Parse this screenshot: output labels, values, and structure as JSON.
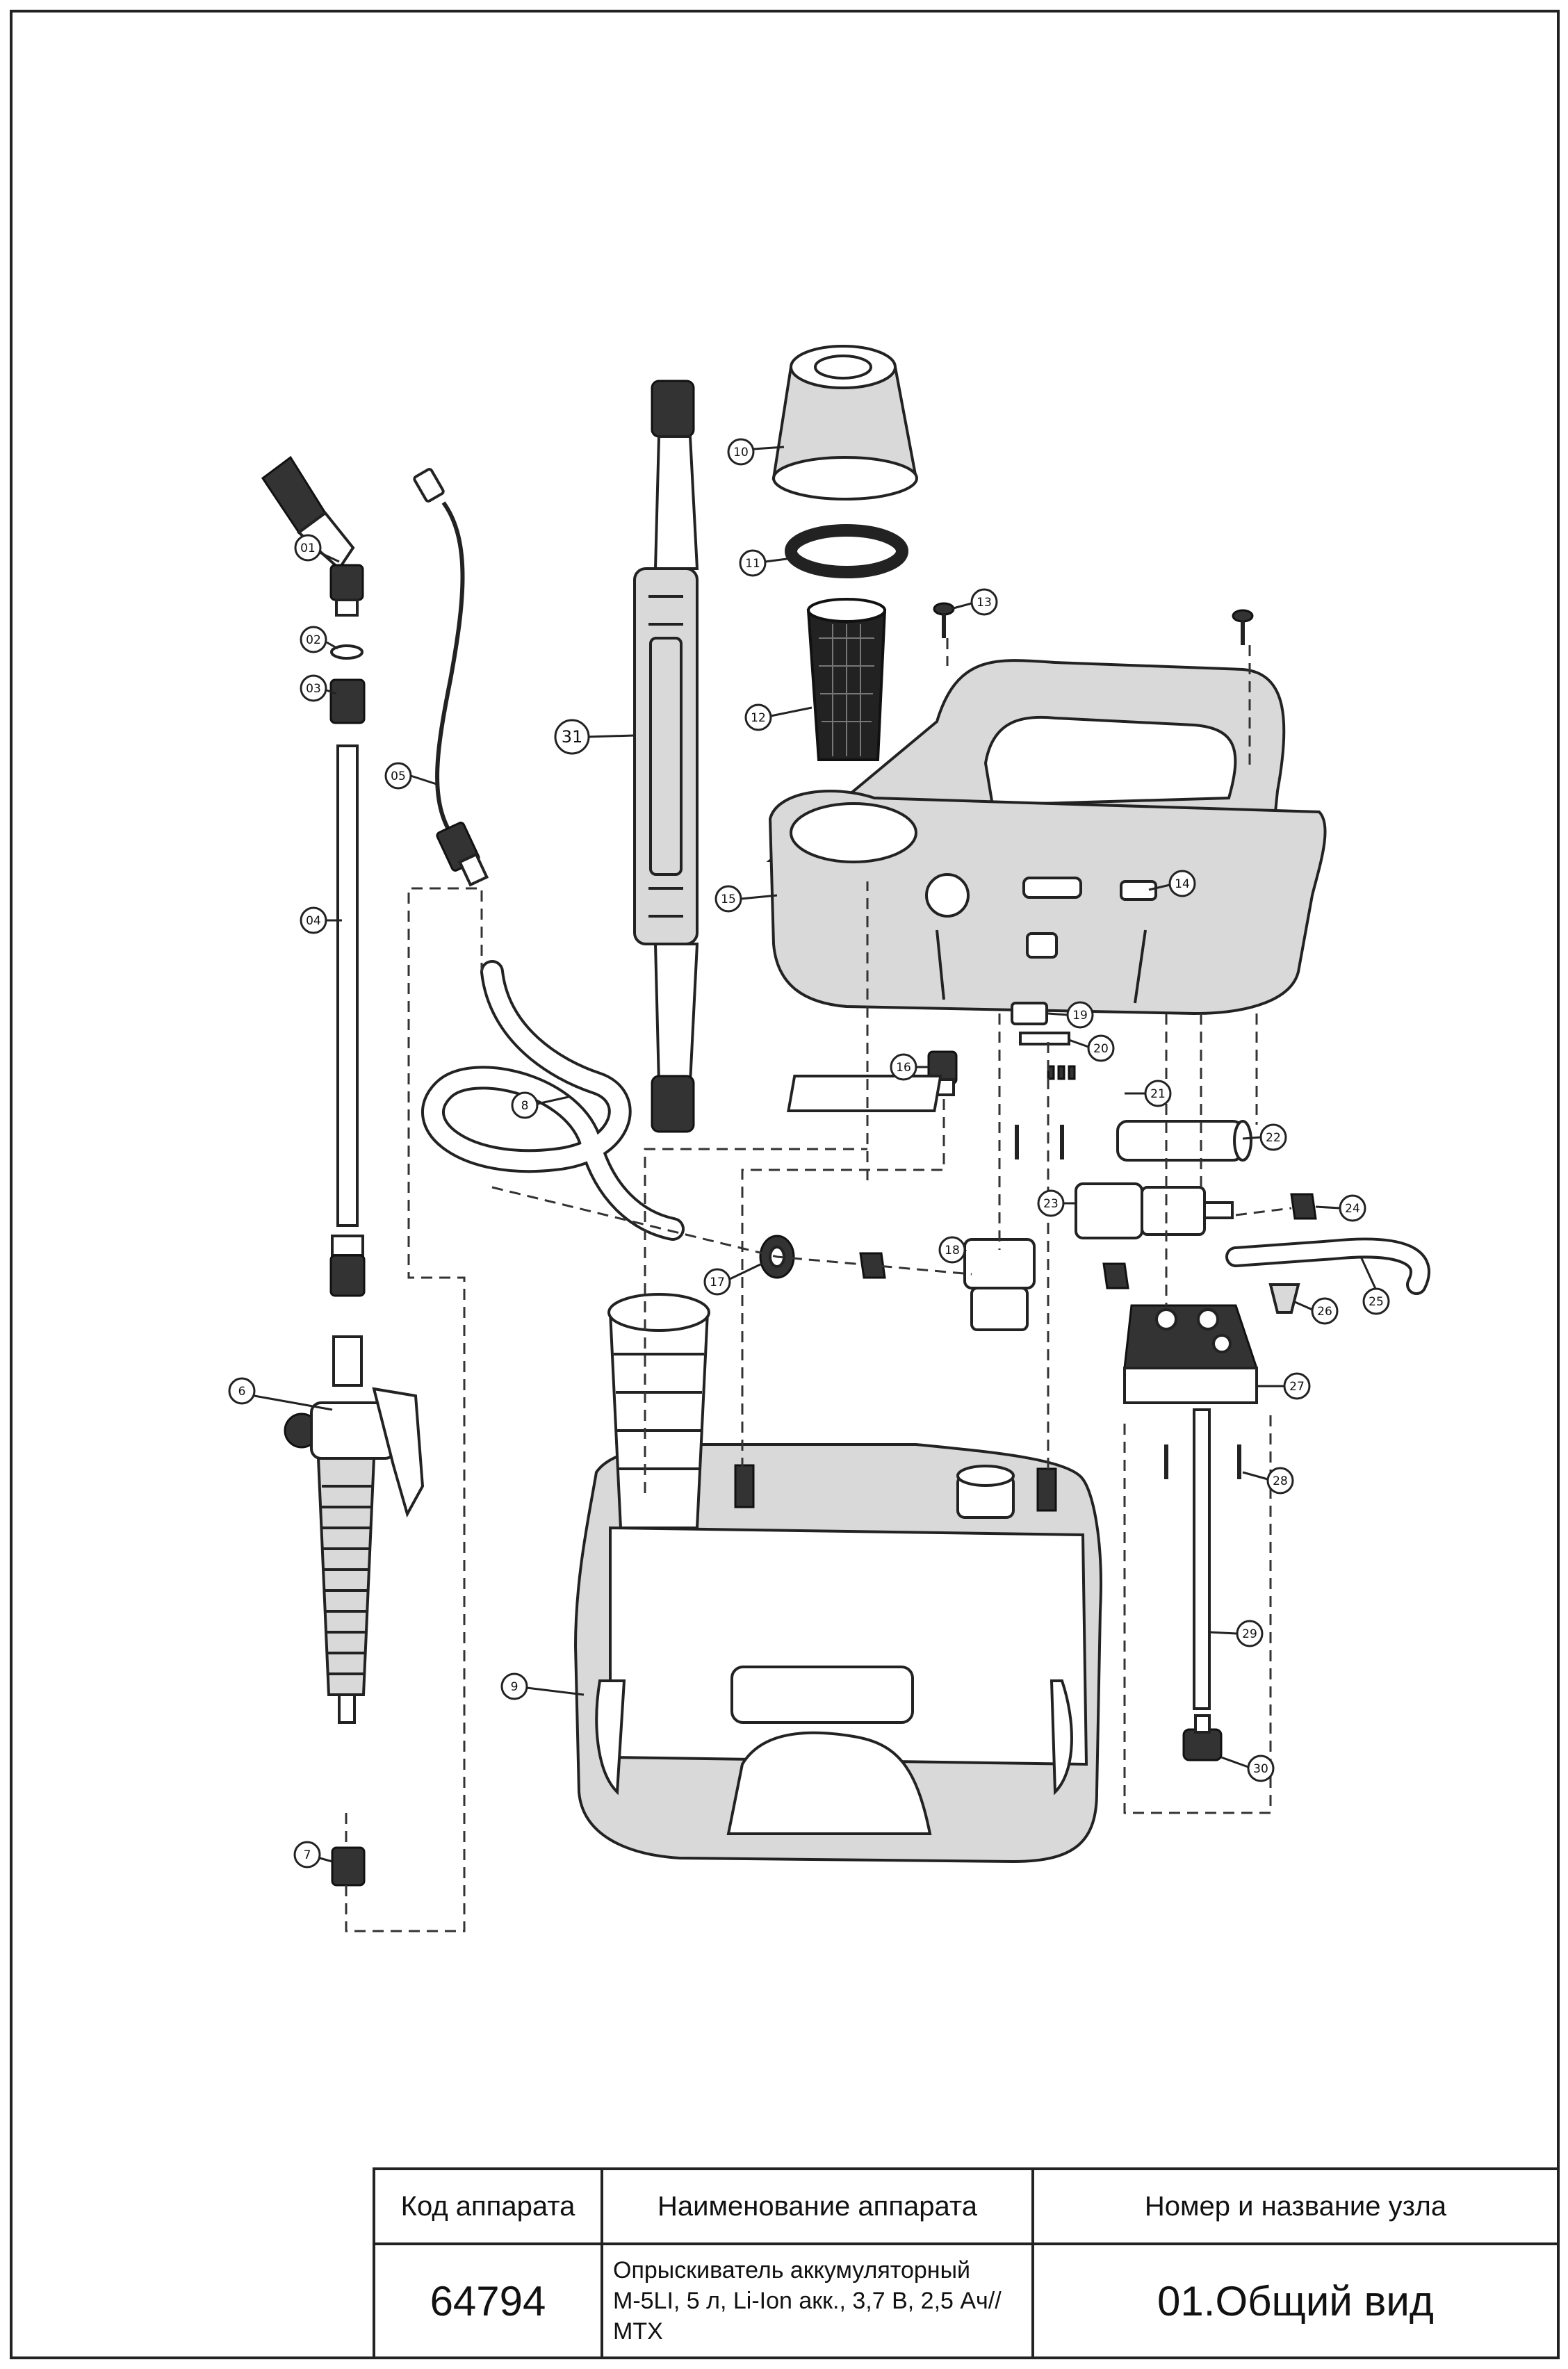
{
  "title_block": {
    "headers": {
      "code": "Код аппарата",
      "name": "Наименование аппарата",
      "node": "Номер и название узла"
    },
    "values": {
      "code": "64794",
      "name": "Опрыскиватель аккумуляторный М-5LI, 5 л, Li-Ion акк., 3,7 В, 2,5 Ач// МТХ",
      "node": "01.Общий вид"
    }
  },
  "callouts": [
    "01",
    "02",
    "03",
    "04",
    "05",
    "6",
    "7",
    "8",
    "9",
    "10",
    "11",
    "12",
    "13",
    "14",
    "15",
    "16",
    "17",
    "18",
    "19",
    "20",
    "21",
    "22",
    "23",
    "24",
    "25",
    "26",
    "27",
    "28",
    "29",
    "30",
    "31"
  ]
}
